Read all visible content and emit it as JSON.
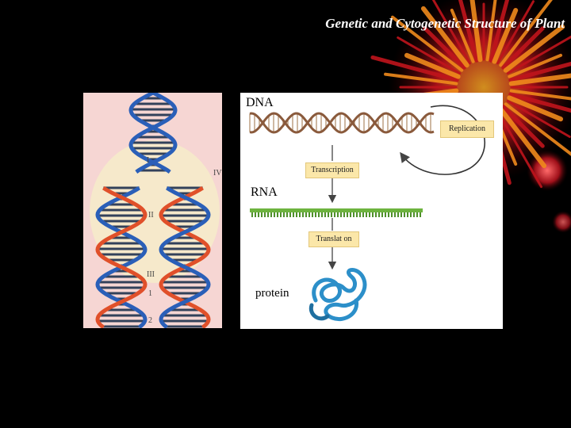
{
  "slide": {
    "title": "Genetic and Cytogenetic Structure of Plant"
  },
  "left_panel": {
    "markers": [
      "I",
      "IV",
      "II",
      "III",
      "1",
      "2"
    ]
  },
  "right_panel": {
    "labels": {
      "dna": "DNA",
      "rna": "RNA",
      "protein": "protein"
    },
    "steps": {
      "transcription": "Transcription",
      "translation": "Translat on",
      "replication": "Replication"
    }
  },
  "colors": {
    "background": "#000000",
    "flame_red": "#c0141c",
    "flame_orange": "#f08a1c",
    "dna_blue": "#2a5fb8",
    "dna_red": "#e0502a",
    "box_fill": "#fbe7a9",
    "rna_green": "#6db33f",
    "protein_blue": "#2c8fc9"
  }
}
